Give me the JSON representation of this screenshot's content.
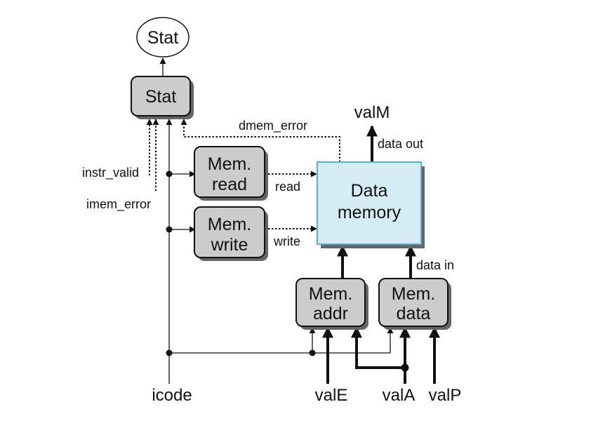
{
  "colors": {
    "block_fill": "#cccccc",
    "memory_fill": "#d6ecf5",
    "memory_border": "#5aaed6",
    "shadow": "#666666",
    "line": "#111111"
  },
  "nodes": {
    "stat_output": "Stat",
    "stat_block": "Stat",
    "mem_read": {
      "line1": "Mem.",
      "line2": "read"
    },
    "mem_write": {
      "line1": "Mem.",
      "line2": "write"
    },
    "data_memory": {
      "line1": "Data",
      "line2": "memory"
    },
    "mem_addr": {
      "line1": "Mem.",
      "line2": "addr"
    },
    "mem_data": {
      "line1": "Mem.",
      "line2": "data"
    }
  },
  "signals": {
    "dmem_error": "dmem_error",
    "instr_valid": "instr_valid",
    "imem_error": "imem_error",
    "read": "read",
    "write": "write",
    "data_out": "data out",
    "data_in": "data in"
  },
  "io": {
    "valM": "valM",
    "icode": "icode",
    "valE": "valE",
    "valA": "valA",
    "valP": "valP"
  }
}
